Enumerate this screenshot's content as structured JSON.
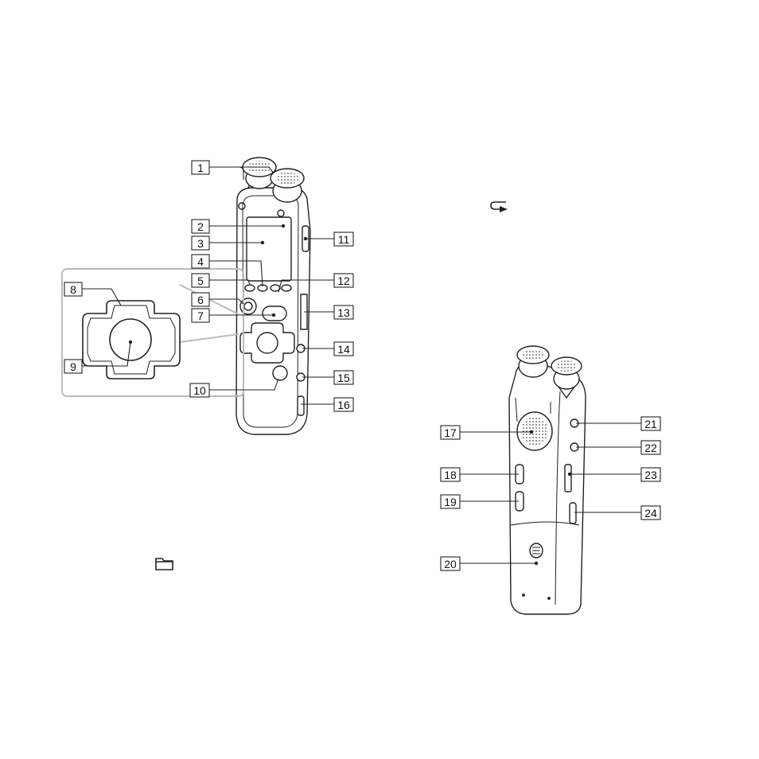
{
  "front_view": {
    "callouts": [
      "1",
      "2",
      "3",
      "4",
      "5",
      "6",
      "7",
      "8",
      "9",
      "10",
      "11",
      "12",
      "13",
      "14",
      "15",
      "16"
    ]
  },
  "rear_view": {
    "callouts": [
      "17",
      "18",
      "19",
      "20",
      "21",
      "22",
      "23",
      "24"
    ]
  },
  "icons": {
    "repeat": "repeat-arrow-icon",
    "folder": "folder-icon"
  },
  "colors": {
    "line": "#222222",
    "background": "#ffffff",
    "inset_frame": "#bbbbbb"
  }
}
